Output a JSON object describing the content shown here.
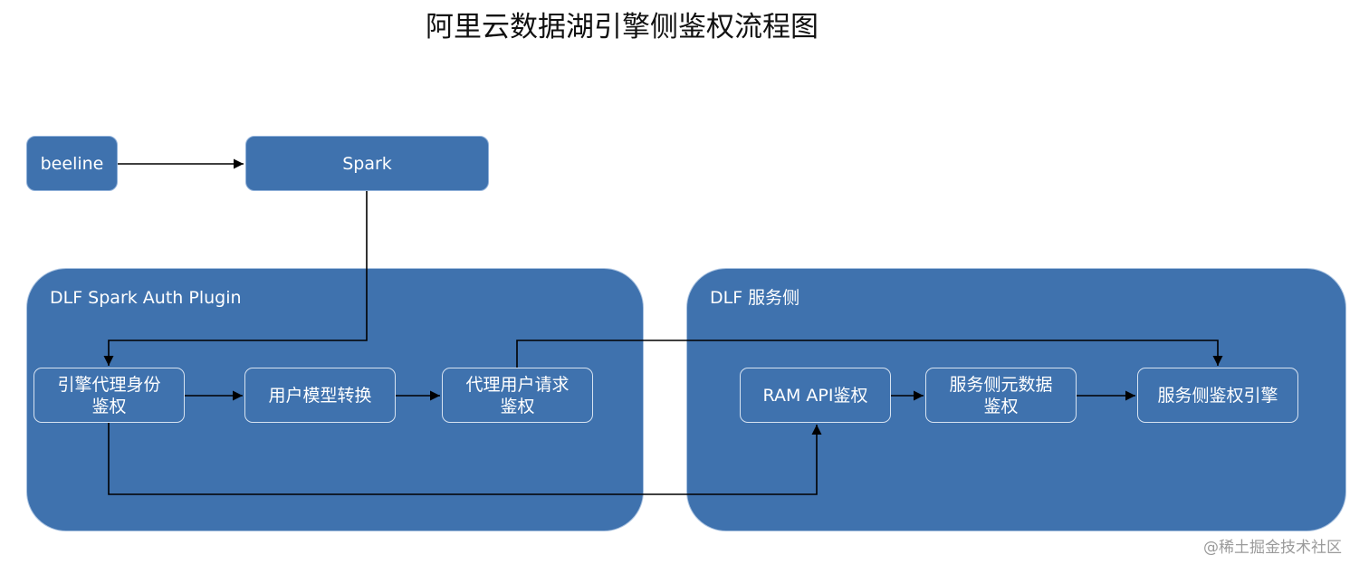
{
  "title": "阿里云数据湖引擎侧鉴权流程图",
  "groups": {
    "plugin": {
      "label": "DLF Spark Auth Plugin"
    },
    "service": {
      "label": "DLF 服务侧"
    }
  },
  "nodes": {
    "beeline": "beeline",
    "spark": "Spark",
    "engine_auth": {
      "line1": "引擎代理身份",
      "line2": "鉴权"
    },
    "user_model": "用户模型转换",
    "proxy_request": {
      "line1": "代理用户请求",
      "line2": "鉴权"
    },
    "ram_auth": "RAM API鉴权",
    "meta_auth": {
      "line1": "服务侧元数据",
      "line2": "鉴权"
    },
    "service_engine": "服务侧鉴权引擎"
  },
  "edges": [
    {
      "from": "beeline",
      "to": "spark"
    },
    {
      "from": "spark",
      "to": "engine_auth"
    },
    {
      "from": "engine_auth",
      "to": "user_model"
    },
    {
      "from": "user_model",
      "to": "proxy_request"
    },
    {
      "from": "proxy_request",
      "to": "service_engine"
    },
    {
      "from": "engine_auth",
      "to": "ram_auth"
    },
    {
      "from": "ram_auth",
      "to": "meta_auth"
    },
    {
      "from": "meta_auth",
      "to": "service_engine"
    }
  ],
  "colors": {
    "node_fill": "#3f72ae",
    "node_border": "#d7e3f1",
    "edge": "#000000",
    "text": "#ffffff"
  },
  "watermark": "@稀土掘金技术社区"
}
